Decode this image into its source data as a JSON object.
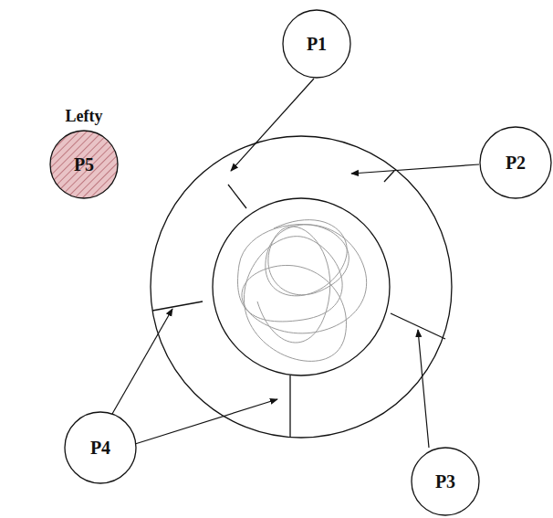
{
  "diagram": {
    "nodes": [
      {
        "text": [
          "P1"
        ]
      },
      {
        "text": [
          "P2"
        ]
      },
      {
        "text": [
          "P3"
        ]
      },
      {
        "text": [
          "P4"
        ]
      },
      {
        "text": [
          "Lefty",
          "P5"
        ]
      }
    ]
  }
}
